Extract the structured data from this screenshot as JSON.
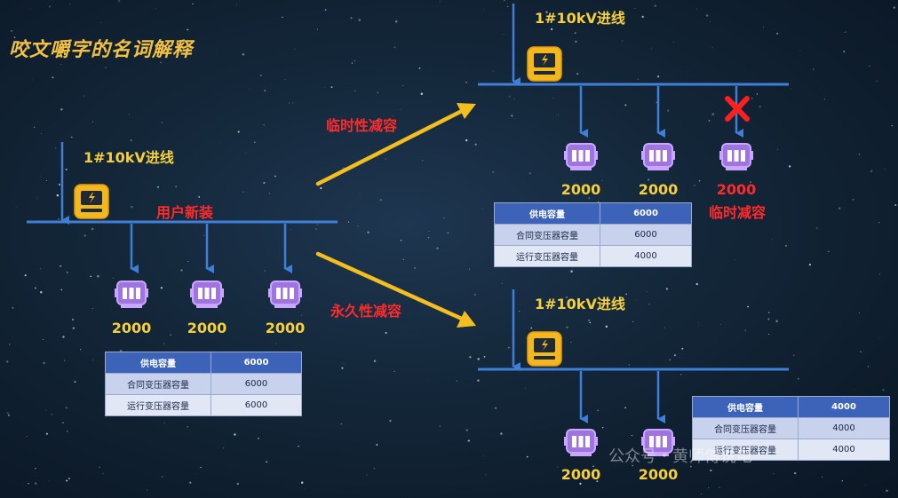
{
  "title": "咬文嚼字的名词解释",
  "left": {
    "feeder_label": "1#10kV进线",
    "bus_label": "用户新装",
    "capacities": [
      "2000",
      "2000",
      "2000"
    ],
    "table": [
      {
        "label": "供电容量",
        "value": "6000"
      },
      {
        "label": "合同变压器容量",
        "value": "6000"
      },
      {
        "label": "运行变压器容量",
        "value": "6000"
      }
    ]
  },
  "arrows": {
    "temporary": "临时性减容",
    "permanent": "永久性减容"
  },
  "top_right": {
    "feeder_label": "1#10kV进线",
    "capacities": [
      "2000",
      "2000",
      "2000"
    ],
    "removed_label": "临时减容",
    "table": [
      {
        "label": "供电容量",
        "value": "6000"
      },
      {
        "label": "合同变压器容量",
        "value": "6000"
      },
      {
        "label": "运行变压器容量",
        "value": "4000"
      }
    ]
  },
  "bottom_right": {
    "feeder_label": "1#10kV进线",
    "capacities": [
      "2000",
      "2000"
    ],
    "table": [
      {
        "label": "供电容量",
        "value": "4000"
      },
      {
        "label": "合同变压器容量",
        "value": "4000"
      },
      {
        "label": "运行变压器容量",
        "value": "4000"
      }
    ]
  },
  "watermark": "公众号・黄师傅说电",
  "colors": {
    "bus_line": "#3f7fd8",
    "label_yellow": "#f6cf3c",
    "label_red": "#ff2a2a",
    "meter_fill": "#f2b81c",
    "transformer_fill": "#9f74e0",
    "table_header": "#3d63b8"
  }
}
